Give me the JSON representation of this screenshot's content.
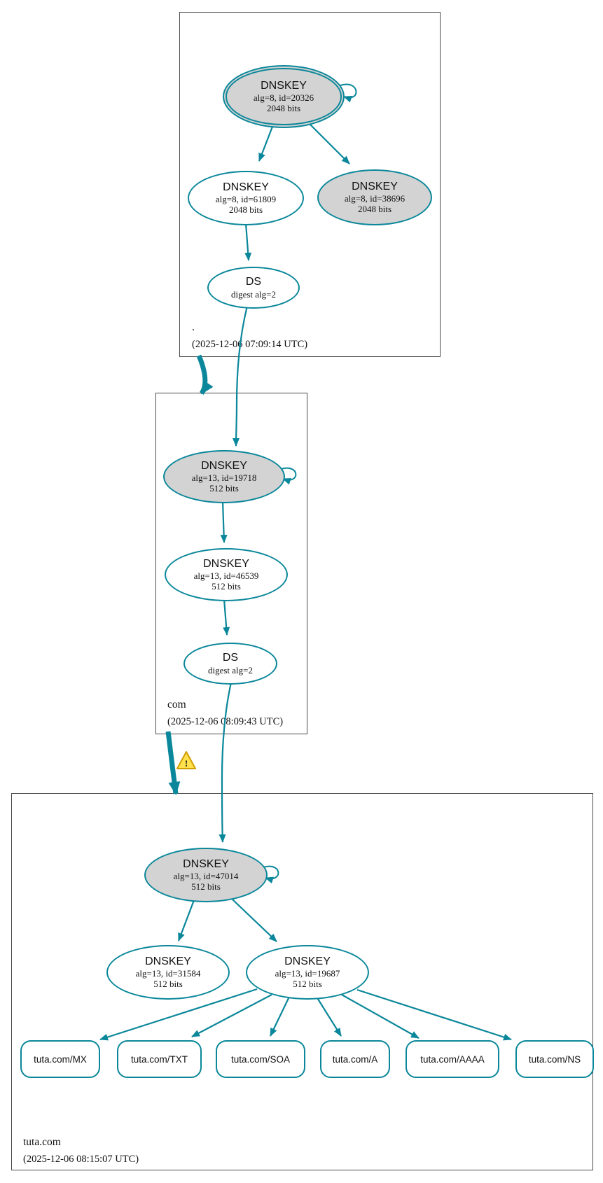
{
  "colors": {
    "accent": "#0a879a",
    "node_fill": "#d3d3d3",
    "warning_fill": "#ffe14d",
    "warning_border": "#d19e00",
    "zone_border": "#4a4a4a"
  },
  "warning": {
    "glyph": "!"
  },
  "zones": [
    {
      "name": ".",
      "timestamp": "(2025-12-06 07:09:14 UTC)",
      "nodes": {
        "ksk": {
          "title": "DNSKEY",
          "detail": "alg=8, id=20326",
          "bits": "2048 bits"
        },
        "zsk": {
          "title": "DNSKEY",
          "detail": "alg=8, id=61809",
          "bits": "2048 bits"
        },
        "standby": {
          "title": "DNSKEY",
          "detail": "alg=8, id=38696",
          "bits": "2048 bits"
        },
        "ds": {
          "title": "DS",
          "detail": "digest alg=2"
        }
      }
    },
    {
      "name": "com",
      "timestamp": "(2025-12-06 08:09:43 UTC)",
      "nodes": {
        "ksk": {
          "title": "DNSKEY",
          "detail": "alg=13, id=19718",
          "bits": "512 bits"
        },
        "zsk": {
          "title": "DNSKEY",
          "detail": "alg=13, id=46539",
          "bits": "512 bits"
        },
        "ds": {
          "title": "DS",
          "detail": "digest alg=2"
        }
      }
    },
    {
      "name": "tuta.com",
      "timestamp": "(2025-12-06 08:15:07 UTC)",
      "nodes": {
        "ksk": {
          "title": "DNSKEY",
          "detail": "alg=13, id=47014",
          "bits": "512 bits"
        },
        "zsk1": {
          "title": "DNSKEY",
          "detail": "alg=13, id=31584",
          "bits": "512 bits"
        },
        "zsk2": {
          "title": "DNSKEY",
          "detail": "alg=13, id=19687",
          "bits": "512 bits"
        }
      },
      "rrsets": [
        "tuta.com/MX",
        "tuta.com/TXT",
        "tuta.com/SOA",
        "tuta.com/A",
        "tuta.com/AAAA",
        "tuta.com/NS"
      ]
    }
  ]
}
